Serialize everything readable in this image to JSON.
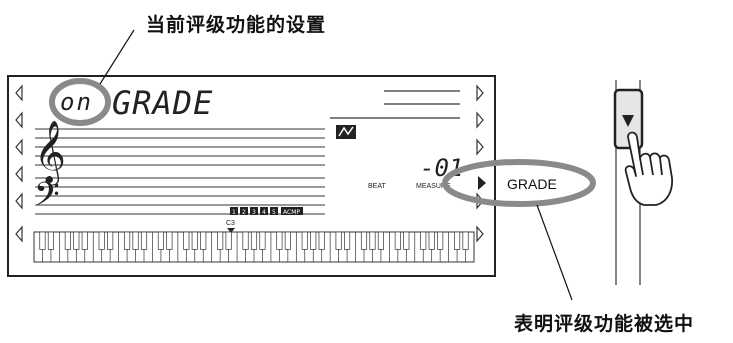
{
  "callouts": {
    "current_setting": "当前评级功能的设置",
    "indicates_selected": "表明评级功能被选中"
  },
  "lcd": {
    "status": "on",
    "function_name": "GRADE",
    "measure_value": "-01",
    "beat_label": "BEAT",
    "measure_label": "MEASURE",
    "chord_label": "C3",
    "track_numbers": [
      "1",
      "2",
      "3",
      "4",
      "5"
    ],
    "accomp_label": "ACMP",
    "selected_function": "GRADE"
  },
  "button": {
    "arrow_icon": "down-triangle-icon",
    "hand_icon": "pointing-hand-icon"
  }
}
